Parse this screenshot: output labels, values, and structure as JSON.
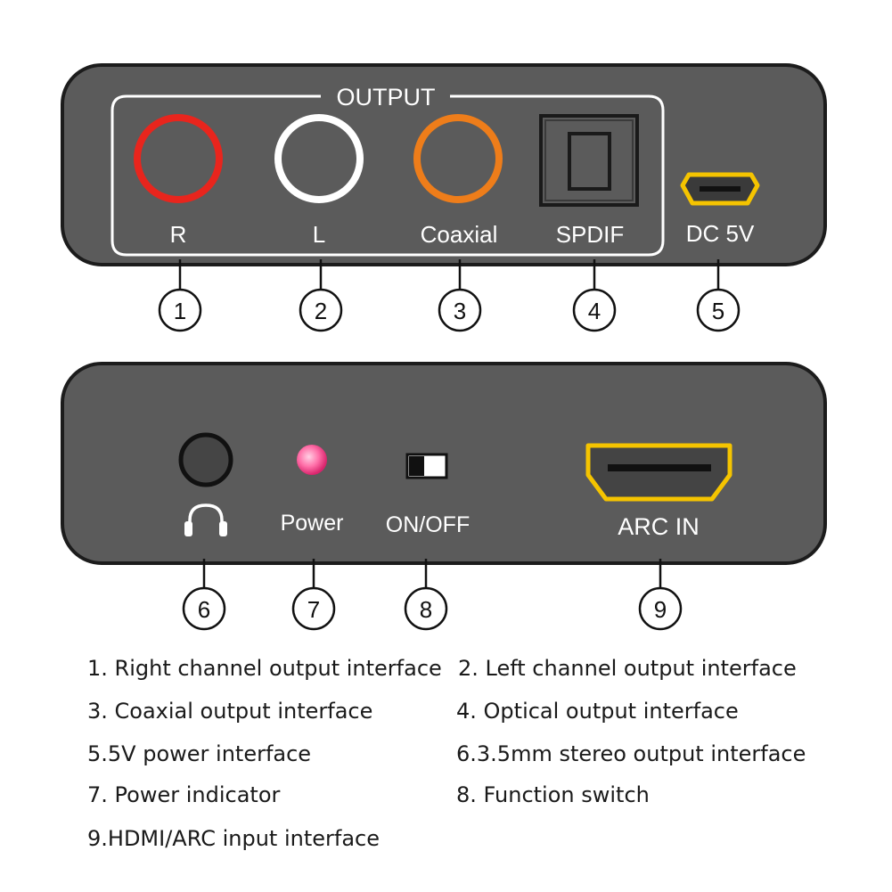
{
  "top_panel": {
    "group_label": "OUTPUT",
    "ports": [
      {
        "label": "R",
        "color": "#e8251d"
      },
      {
        "label": "L",
        "color": "#ffffff"
      },
      {
        "label": "Coaxial",
        "color": "#ee7d1a"
      },
      {
        "label": "SPDIF",
        "color": "#1a1a1a"
      },
      {
        "label": "DC 5V",
        "color": "#f5c400"
      }
    ]
  },
  "bottom_panel": {
    "ports": [
      {
        "label": "",
        "icon": "headphones-icon"
      },
      {
        "label": "Power",
        "color": "#ff7fb0"
      },
      {
        "label": "ON/OFF"
      },
      {
        "label": "ARC IN",
        "color": "#f5c400"
      }
    ]
  },
  "callouts": [
    "1",
    "2",
    "3",
    "4",
    "5",
    "6",
    "7",
    "8",
    "9"
  ],
  "legend": [
    "1. Right channel output interface",
    "2. Left channel output interface",
    "3. Coaxial output interface",
    "4. Optical output interface",
    "5.5V power interface",
    "6.3.5mm stereo output interface",
    "7. Power indicator",
    "8. Function switch",
    "9.HDMI/ARC input interface"
  ],
  "colors": {
    "panel_fill": "#5b5b5b",
    "panel_border": "#1c1c1c",
    "frame_line": "#ffffff",
    "callout_line": "#111111"
  }
}
